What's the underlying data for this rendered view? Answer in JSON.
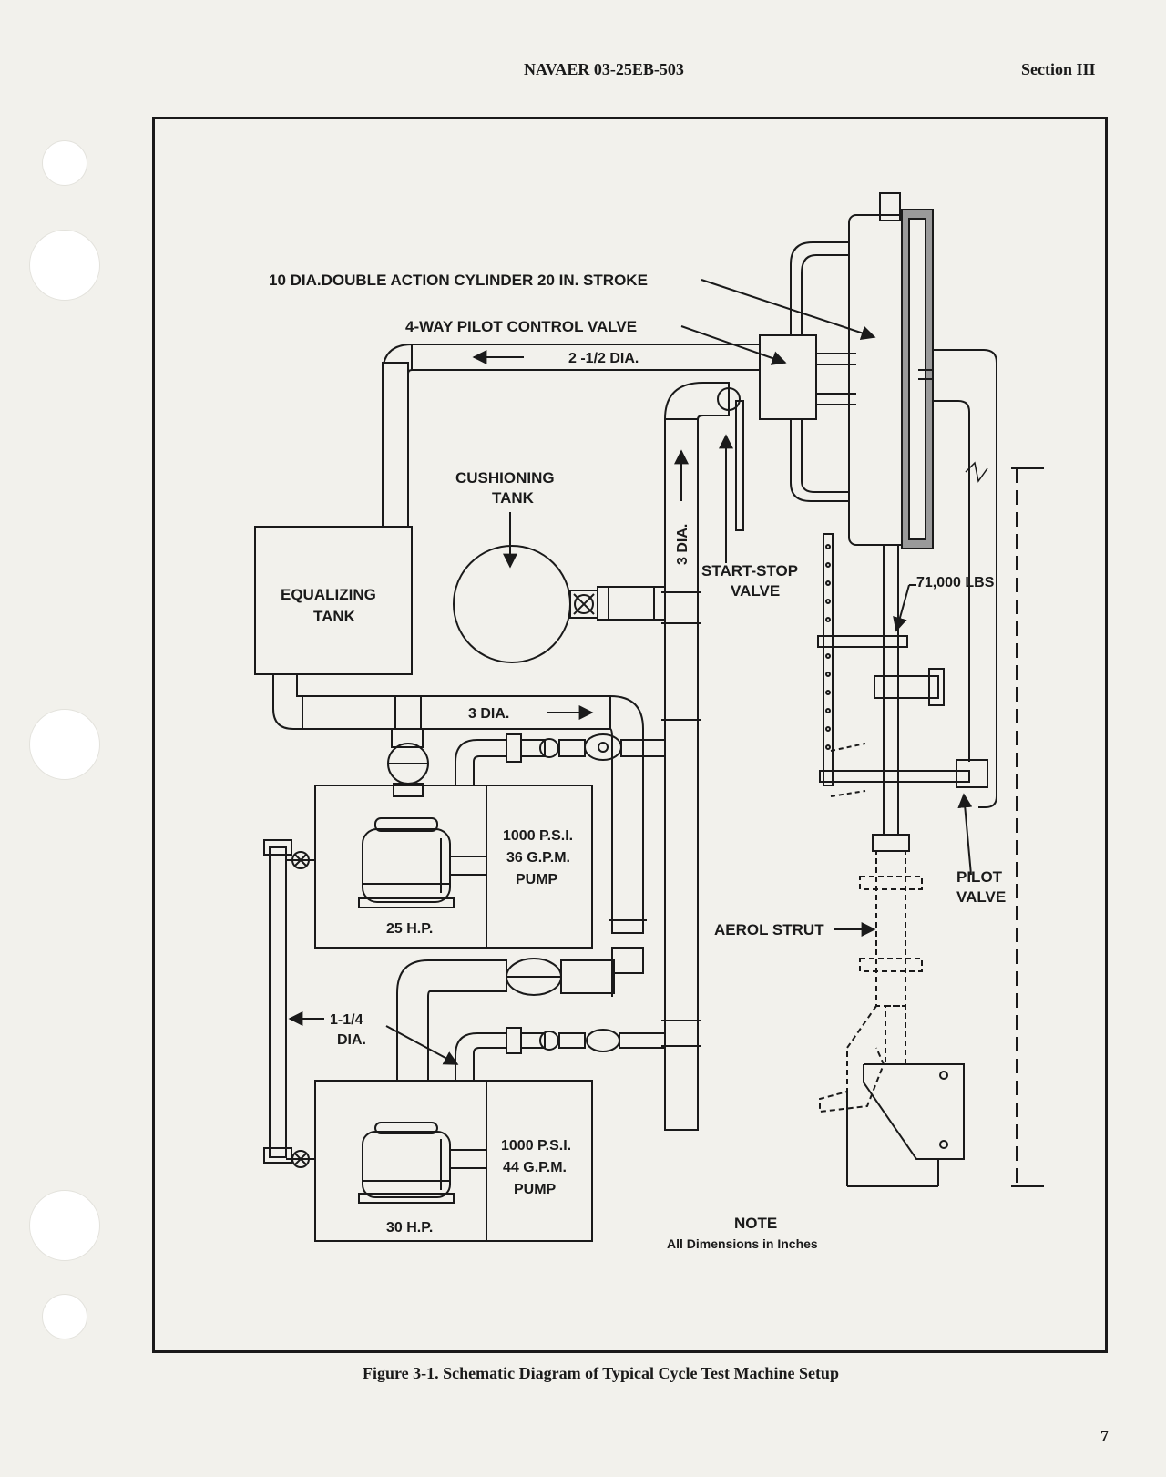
{
  "header": {
    "doc_number": "NAVAER 03-25EB-503",
    "section": "Section III"
  },
  "labels": {
    "cylinder": "10 DIA.DOUBLE ACTION CYLINDER 20 IN. STROKE",
    "pilot_control_valve": "4-WAY PILOT CONTROL VALVE",
    "pipe_2_5": "2 -1/2 DIA.",
    "cushioning_tank_1": "CUSHIONING",
    "cushioning_tank_2": "TANK",
    "equalizing_tank_1": "EQUALIZING",
    "equalizing_tank_2": "TANK",
    "pipe_3_vertical": "3 DIA.",
    "start_stop_1": "START-STOP",
    "start_stop_2": "VALVE",
    "load": "71,000 LBS",
    "pipe_3_horizontal": "3 DIA.",
    "pump1_1": "1000 P.S.I.",
    "pump1_2": "36 G.P.M.",
    "pump1_3": "PUMP",
    "motor1": "25 H.P.",
    "pilot_valve_1": "PILOT",
    "pilot_valve_2": "VALVE",
    "aerol_strut": "AEROL STRUT",
    "pipe_1_25_1": "1-1/4",
    "pipe_1_25_2": "DIA.",
    "pump2_1": "1000 P.S.I.",
    "pump2_2": "44 G.P.M.",
    "pump2_3": "PUMP",
    "motor2": "30 H.P.",
    "note_title": "NOTE",
    "note_text": "All Dimensions in Inches"
  },
  "caption": "Figure 3-1.  Schematic Diagram of Typical Cycle Test Machine Setup",
  "page_number": "7"
}
